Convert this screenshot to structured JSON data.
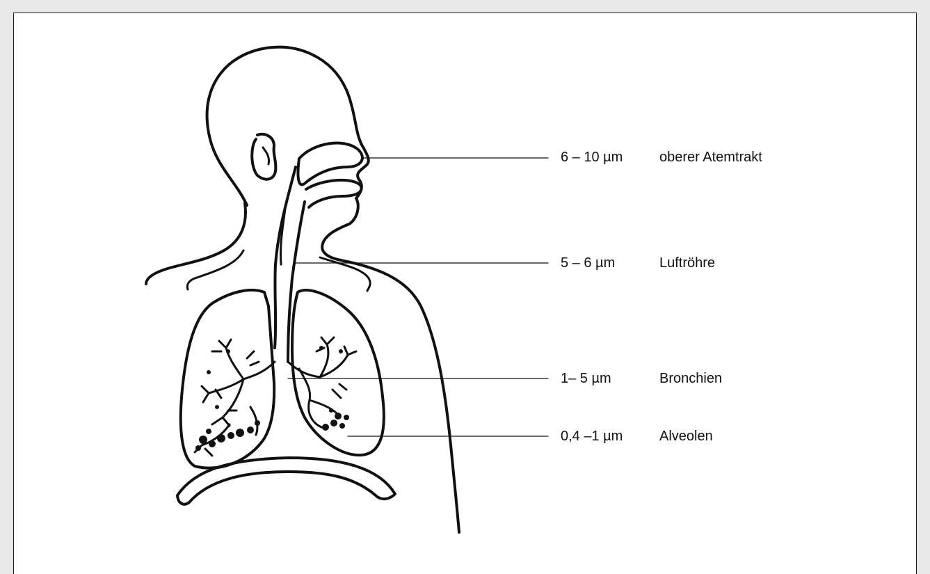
{
  "figure": {
    "labels": [
      {
        "size": "6 – 10 µm",
        "name": "oberer Atemtrakt"
      },
      {
        "size": "5 – 6 µm",
        "name": "Luftröhre"
      },
      {
        "size": "1– 5 µm",
        "name": "Bronchien"
      },
      {
        "size": "0,4 –1 µm",
        "name": "Alveolen"
      }
    ]
  },
  "colors": {
    "ink": "#111111",
    "background": "#ffffff",
    "page": "#e8e8e8"
  }
}
